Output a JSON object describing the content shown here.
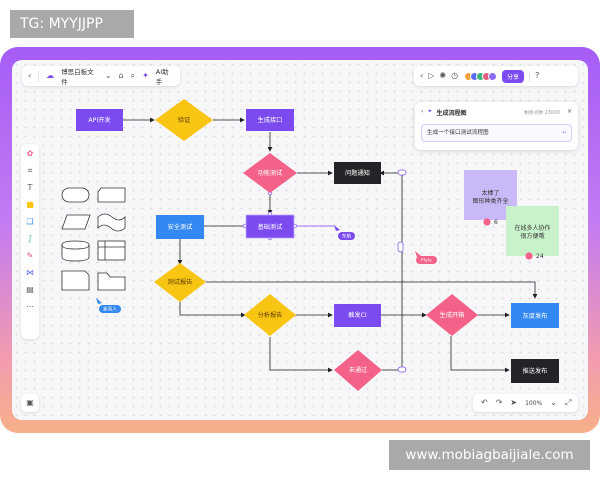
{
  "watermark": {
    "tg": "TG: MYYJJPP",
    "url": "www.mobiagbaijiale.com"
  },
  "toolbar": {
    "file_name": "博思白板文件",
    "ai_label": "AI助手",
    "share_label": "分享",
    "zoom": "100%"
  },
  "ai_panel": {
    "title": "生成流程图",
    "credits": "剩余点数 23000",
    "prompt": "生成一个接口测试流程图"
  },
  "nodes": {
    "api_dev": "API开发",
    "verify": "验证",
    "gen_api": "生成接口",
    "func_test": "功能测试",
    "issue_notify": "问题通知",
    "security_test": "安全测试",
    "basic_test": "基础测试",
    "test_report": "测试报告",
    "analysis_report": "分析报告",
    "trigger_ci": "触发CI",
    "gen_deploy": "生成开箱",
    "gray_release": "灰度发布",
    "fail": "未通过",
    "push_release": "推送发布"
  },
  "stickies": {
    "purple_line1": "太棒了",
    "purple_line2": "图形种类齐全",
    "purple_count": "6",
    "green_line1": "在线多人协作",
    "green_line2": "很方便哦",
    "green_count": "24"
  },
  "cursors": {
    "a": "东航",
    "b": "Flyle",
    "c": "新晋人"
  },
  "colors": {
    "purple": "#7b4bf0",
    "yellow": "#f9c513",
    "pink": "#f4628a",
    "blue": "#3388f2",
    "dark": "#222428"
  }
}
